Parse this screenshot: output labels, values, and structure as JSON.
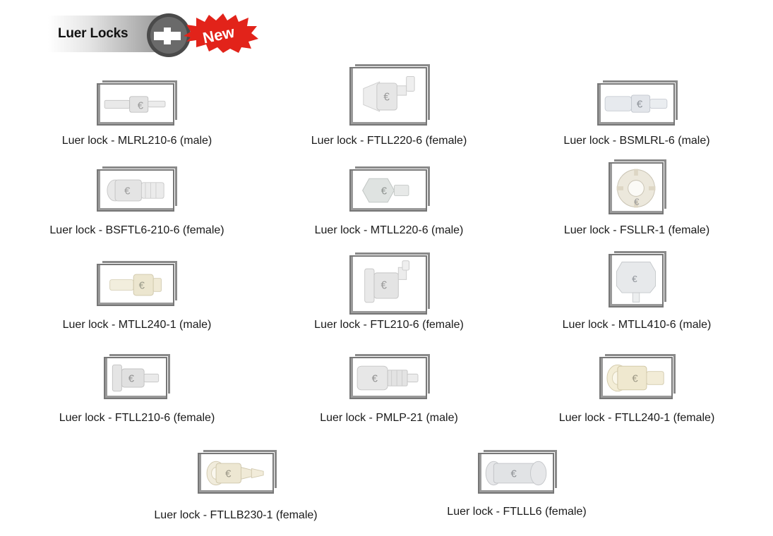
{
  "header": {
    "title": "Luer Locks",
    "badge": "New"
  },
  "products": [
    {
      "label": "Luer lock - MLRL210-6 (male)",
      "icon": "male-luer-slim-icon"
    },
    {
      "label": "Luer lock - FTLL220-6 (female)",
      "icon": "female-luer-wing-icon"
    },
    {
      "label": "Luer lock - BSMLRL-6 (male)",
      "icon": "male-luer-barb-icon"
    },
    {
      "label": "Luer lock - BSFTL6-210-6 (female)",
      "icon": "female-luer-threaded-icon"
    },
    {
      "label": "Luer lock - MTLL220-6 (male)",
      "icon": "male-luer-hex-icon"
    },
    {
      "label": "Luer lock - FSLLR-1 (female)",
      "icon": "female-luer-ring-icon"
    },
    {
      "label": "Luer lock - MTLL240-1 (male)",
      "icon": "male-luer-ivory-icon"
    },
    {
      "label": "Luer lock - FTL210-6 (female)",
      "icon": "female-luer-flange-icon"
    },
    {
      "label": "Luer lock - MTLL410-6 (male)",
      "icon": "male-luer-block-icon"
    },
    {
      "label": "Luer lock - FTLL210-6 (female)",
      "icon": "female-luer-short-icon"
    },
    {
      "label": "Luer lock - PMLP-21 (male)",
      "icon": "male-luer-plug-icon"
    },
    {
      "label": "Luer lock - FTLL240-1 (female)",
      "icon": "female-luer-ivory-icon"
    },
    {
      "label": "Luer lock - FTLLB230-1 (female)",
      "icon": "female-luer-barb-icon"
    },
    {
      "label": "Luer lock - FTLLL6 (female)",
      "icon": "female-luer-double-icon"
    }
  ]
}
